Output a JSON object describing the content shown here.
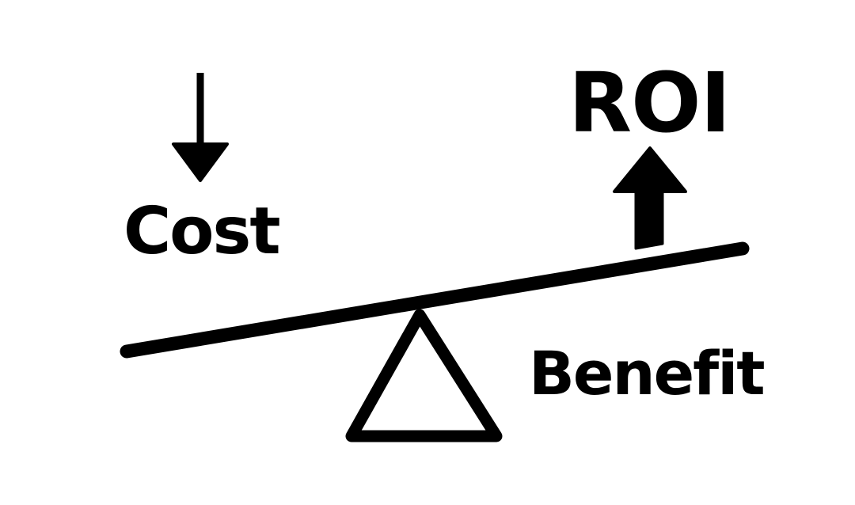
{
  "diagram": {
    "title": "ROI seesaw: cost vs benefit",
    "labels": {
      "cost": "Cost",
      "roi": "ROI",
      "benefit": "Benefit"
    },
    "icons": {
      "cost_arrow": "arrow-down-icon",
      "roi_arrow": "arrow-up-icon",
      "fulcrum": "triangle-fulcrum-icon",
      "beam": "seesaw-beam"
    },
    "colors": {
      "foreground": "#000000",
      "background": "#ffffff"
    }
  }
}
